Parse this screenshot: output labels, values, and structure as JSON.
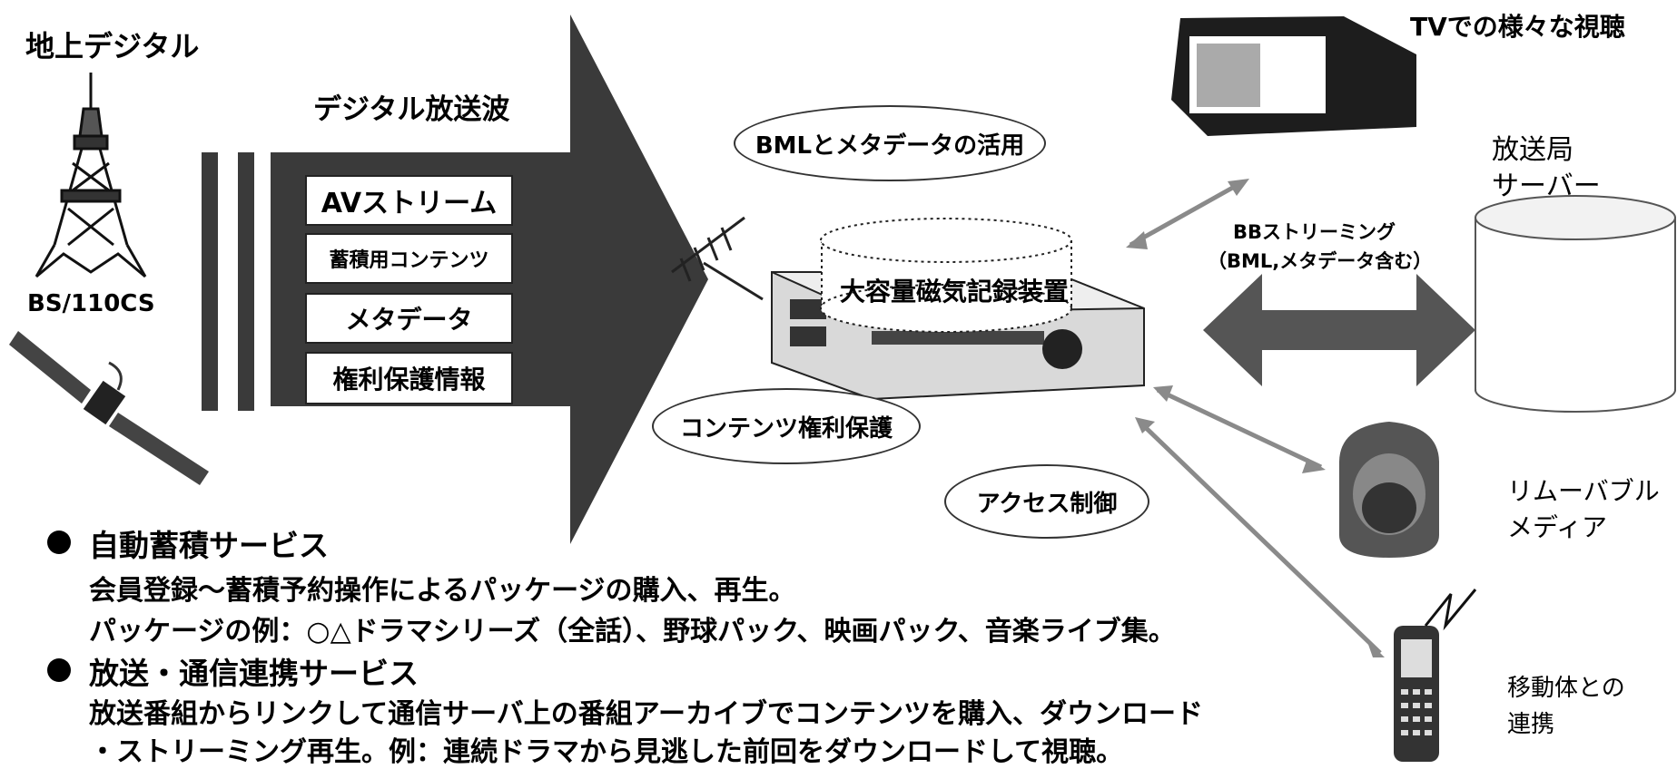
{
  "sources": {
    "terrestrial_label": "地上デジタル",
    "satellite_label": "BS/110CS"
  },
  "broadcast": {
    "title": "デジタル放送波",
    "items": [
      "AVストリーム",
      "蓄積用コンテンツ",
      "メタデータ",
      "権利保護情報"
    ]
  },
  "recorder": {
    "label": "大容量磁気記録装置"
  },
  "features": {
    "bml_metadata": "BMLとメタデータの活用",
    "rights_protection": "コンテンツ権利保護",
    "access_control": "アクセス制御"
  },
  "destinations": {
    "tv_label": "TVでの様々な視聴",
    "server_label_line1": "放送局",
    "server_label_line2": "サーバー",
    "streaming_line1": "BBストリーミング",
    "streaming_line2": "（BML,メタデータ含む）",
    "removable_line1": "リムーバブル",
    "removable_line2": "メディア",
    "mobile_line1": "移動体との",
    "mobile_line2": "連携"
  },
  "services": [
    {
      "title": "自動蓄積サービス",
      "lines": [
        "会員登録～蓄積予約操作によるパッケージの購入、再生。",
        "パッケージの例：○△ドラマシリーズ（全話）、野球パック、映画パック、音楽ライブ集。"
      ]
    },
    {
      "title": "放送・通信連携サービス",
      "lines": [
        "放送番組からリンクして通信サーバ上の番組アーカイブでコンテンツを購入、ダウンロード",
        "・ストリーミング再生。例：連続ドラマから見逃した前回をダウンロードして視聴。"
      ]
    }
  ]
}
